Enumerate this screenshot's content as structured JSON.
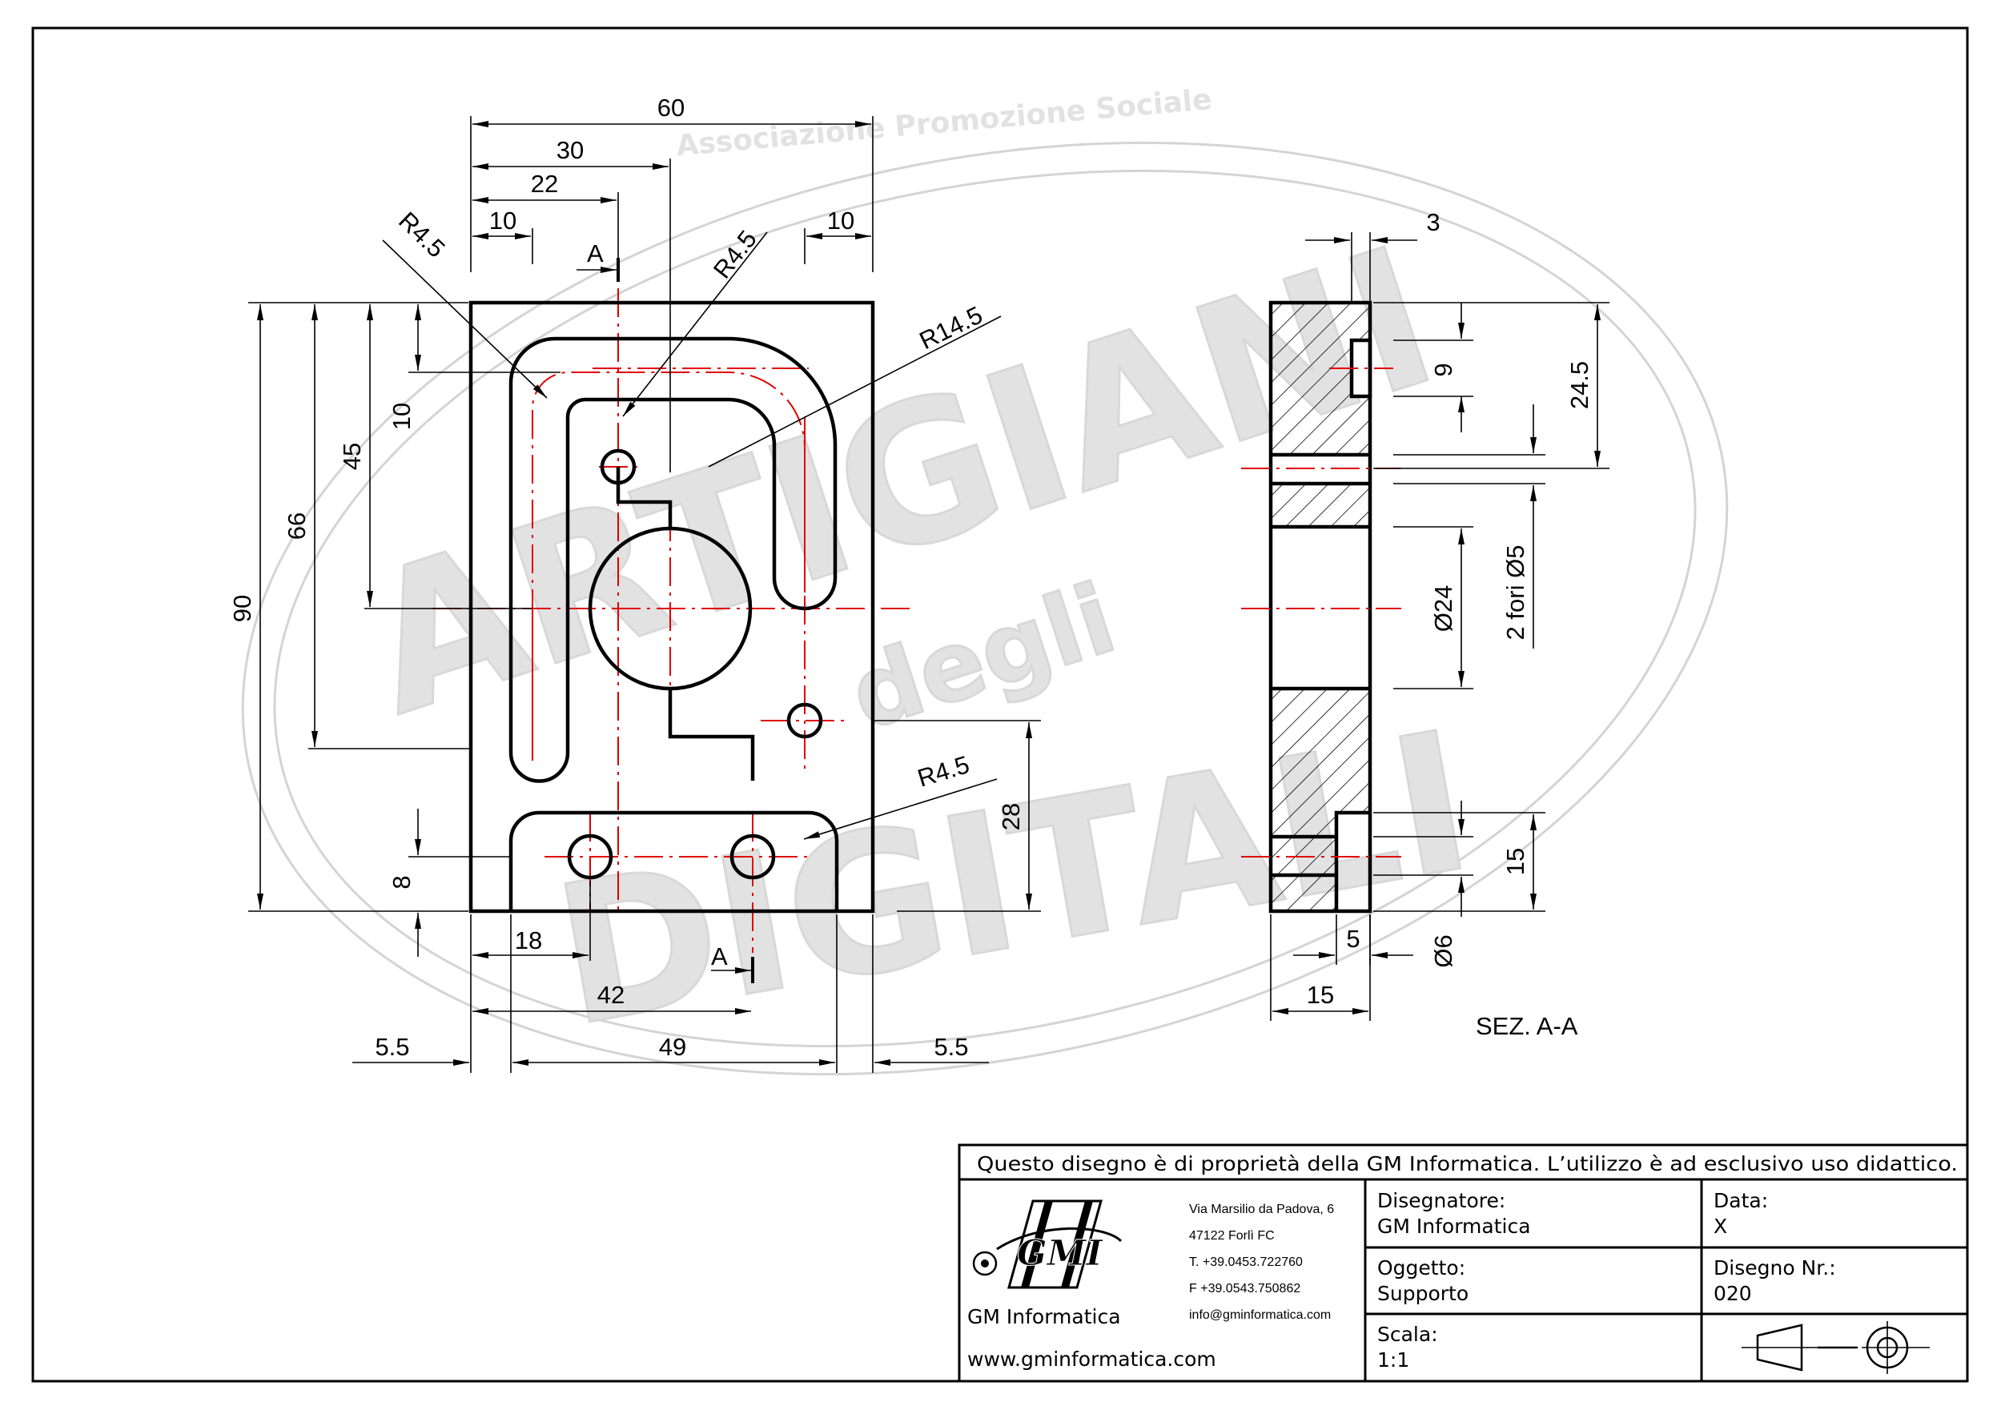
{
  "watermark": {
    "association": "Associazione Promozione Sociale",
    "big_word_1": "ARTIGIANI",
    "big_word_2": "DIGITALI",
    "small_word": "degli"
  },
  "front_view": {
    "dims": {
      "width_total": "60",
      "to_center": "30",
      "to_hole": "22",
      "left_slot_offset": "10",
      "right_slot_offset": "10",
      "height_total": "90",
      "slot_depth": "66",
      "center_height": "45",
      "top_offset": "10",
      "bottom_offset": "8",
      "hole_height": "28",
      "bottom_hole_1": "18",
      "bottom_hole_2": "42",
      "bottom_width": "49",
      "left_margin": "5.5",
      "right_margin": "5.5"
    },
    "radii": {
      "r_top_left": "R4.5",
      "r_top_inner": "R4.5",
      "r_large": "R14.5",
      "r_bottom": "R4.5"
    },
    "section_mark_top": "A",
    "section_mark_bottom": "A"
  },
  "section_view": {
    "dims": {
      "slot_width": "3",
      "pocket": "9",
      "top_block": "24.5",
      "holes_note": "2 fori Ø5",
      "bore": "Ø24",
      "bottom_pocket": "15",
      "counterbore": "5",
      "hole_dia": "Ø6",
      "thickness": "15"
    },
    "label": "SEZ. A-A"
  },
  "title_block": {
    "notice": "Questo disegno è di proprietà della GM Informatica. L’utilizzo è ad esclusivo uso didattico.",
    "company": {
      "logo_text": "GMI",
      "name": "GM Informatica",
      "website": "www.gminformatica.com",
      "address_1": "Via Marsilio da Padova, 6",
      "address_2": "47122  Forlì  FC",
      "phone": "T. +39.0453.722760",
      "fax": "F +39.0543.750862",
      "email": "info@gminformatica.com"
    },
    "fields": {
      "designer_label": "Disegnatore:",
      "designer_value": "GM  Informatica",
      "date_label": "Data:",
      "date_value": "X",
      "object_label": "Oggetto:",
      "object_value": "Supporto",
      "drawing_label": "Disegno  Nr.:",
      "drawing_value": "020",
      "scale_label": "Scala:",
      "scale_value": "1:1"
    },
    "projection_symbol": "first-angle-projection-icon"
  }
}
